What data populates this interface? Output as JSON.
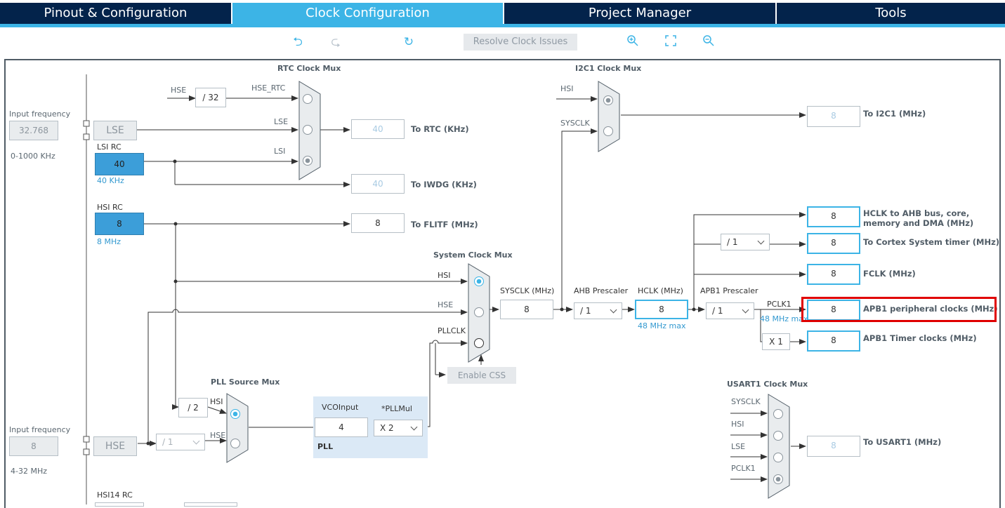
{
  "tabs": {
    "pinout": "Pinout & Configuration",
    "clock": "Clock Configuration",
    "project": "Project Manager",
    "tools": "Tools"
  },
  "toolbar": {
    "resolve": "Resolve Clock Issues",
    "undo_icon": "undo-icon",
    "redo_icon": "redo-icon",
    "reset_icon": "refresh-icon",
    "zoom_in_icon": "zoom-in-icon",
    "fit_icon": "fit-to-window-icon",
    "zoom_out_icon": "zoom-out-icon"
  },
  "colors": {
    "tab_bg": "#03234b",
    "tab_active": "#3cb4e6",
    "highlight": "#e00000",
    "box_fill": "#3c9ed9"
  },
  "lse_input": {
    "label": "Input frequency",
    "value": "32.768",
    "range": "0-1000 KHz",
    "block": "LSE"
  },
  "lsi": {
    "label": "LSI RC",
    "value": "40",
    "freq": "40 KHz"
  },
  "hsi": {
    "label": "HSI RC",
    "value": "8",
    "freq": "8 MHz"
  },
  "hse_input": {
    "label": "Input frequency",
    "value": "8",
    "range": "4-32 MHz",
    "block": "HSE"
  },
  "hsi14": {
    "label": "HSI14 RC"
  },
  "rtc": {
    "title": "RTC Clock Mux",
    "hse": "HSE",
    "div": "/ 32",
    "hse_rtc": "HSE_RTC",
    "lse": "LSE",
    "lsi": "LSI",
    "rtc_value": "40",
    "rtc_label": "To RTC (KHz)",
    "iwdg_value": "40",
    "iwdg_label": "To IWDG (KHz)"
  },
  "flitf": {
    "value": "8",
    "label": "To FLITF (MHz)"
  },
  "i2c1": {
    "title": "I2C1 Clock Mux",
    "hsi": "HSI",
    "sysclk": "SYSCLK",
    "value": "8",
    "label": "To I2C1 (MHz)"
  },
  "sysmux": {
    "title": "System Clock Mux",
    "hsi": "HSI",
    "hse": "HSE",
    "pllclk": "PLLCLK",
    "sysclk_label": "SYSCLK (MHz)",
    "sysclk": "8",
    "css": "Enable CSS"
  },
  "ahb": {
    "label": "AHB Prescaler",
    "value": "/ 1",
    "hclk_label": "HCLK (MHz)",
    "hclk": "8",
    "max": "48 MHz max"
  },
  "apb1": {
    "label": "APB1 Prescaler",
    "value": "/ 1",
    "pclk1": "PCLK1",
    "max": "48 MHz max",
    "x1": "X 1"
  },
  "outputs": {
    "ahb_value": "8",
    "ahb_label": "HCLK to AHB bus, core,",
    "ahb_label2": "memory and DMA (MHz)",
    "cortex_div": "/ 1",
    "cortex_value": "8",
    "cortex_label": "To Cortex System timer (MHz)",
    "fclk_value": "8",
    "fclk_label": "FCLK (MHz)",
    "apb1p_value": "8",
    "apb1p_label": "APB1 peripheral clocks (MHz)",
    "apb1t_value": "8",
    "apb1t_label": "APB1 Timer clocks (MHz)"
  },
  "pllsrc": {
    "title": "PLL Source Mux",
    "div2": "/ 2",
    "hsi": "HSI",
    "hse": "HSE",
    "hse_div": "/ 1"
  },
  "pll": {
    "vco_label": "VCOInput",
    "vco": "4",
    "mul_label": "*PLLMul",
    "mul": "X 2",
    "name": "PLL"
  },
  "usart1": {
    "title": "USART1 Clock Mux",
    "sysclk": "SYSCLK",
    "hsi": "HSI",
    "lse": "LSE",
    "pclk1": "PCLK1",
    "value": "8",
    "label": "To USART1 (MHz)"
  }
}
